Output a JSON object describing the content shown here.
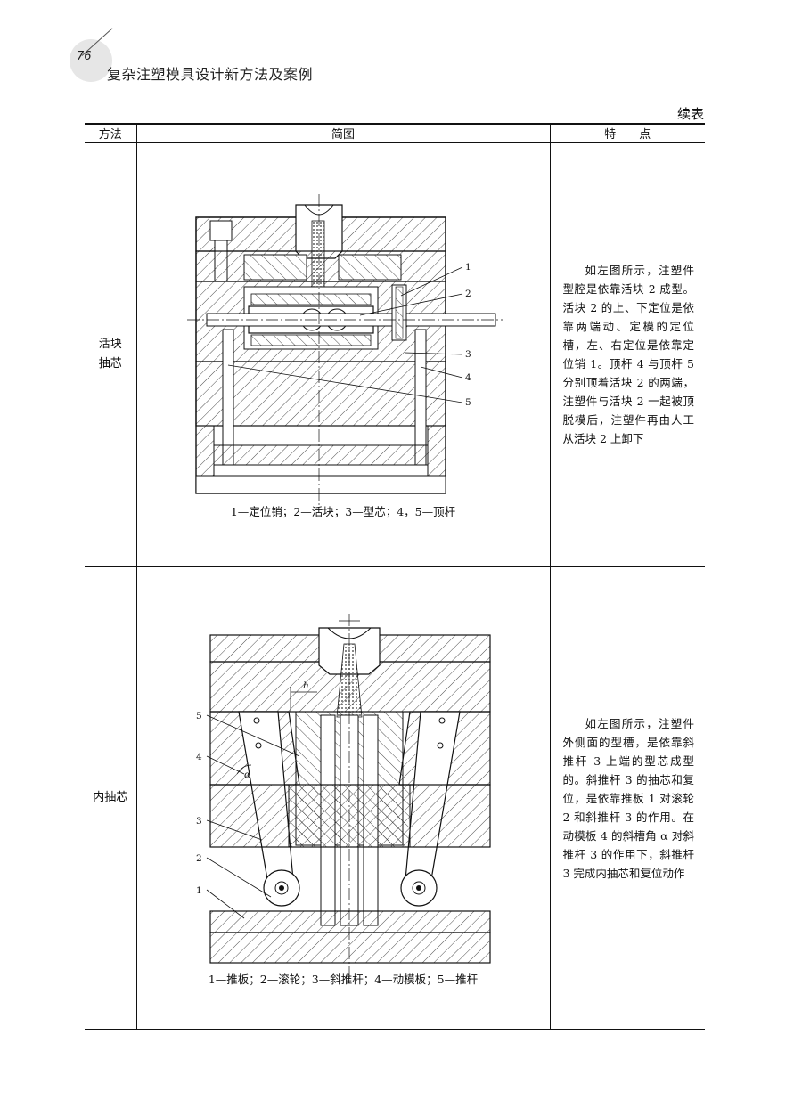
{
  "header": {
    "page_number": "76",
    "book_title": "复杂注塑模具设计新方法及案例"
  },
  "continued_label": "续表",
  "table": {
    "columns": [
      "方法",
      "简图",
      "特　　点"
    ],
    "rows": [
      {
        "method": "活块\n抽芯",
        "diagram_labels": [
          "1",
          "2",
          "3",
          "4",
          "5"
        ],
        "caption": "1—定位销；2—活块；3—型芯；4，5—顶杆",
        "features": "如左图所示，注塑件型腔是依靠活块 2 成型。活块 2 的上、下定位是依靠两端动、定模的定位槽，左、右定位是依靠定位销 1。顶杆 4 与顶杆 5 分别顶着活块 2 的两端，注塑件与活块 2 一起被顶脱模后，注塑件再由人工从活块 2 上卸下"
      },
      {
        "method": "内抽芯",
        "diagram_labels": [
          "5",
          "4",
          "3",
          "2",
          "1",
          "h",
          "α"
        ],
        "caption": "1—推板；2—滚轮；3—斜推杆；4—动模板；5—推杆",
        "features": "如左图所示，注塑件外侧面的型槽，是依靠斜推杆 3 上端的型芯成型的。斜推杆 3 的抽芯和复位，是依靠推板 1 对滚轮 2 和斜推杆 3 的作用。在动模板 4 的斜槽角 α 对斜推杆 3 的作用下，斜推杆 3 完成内抽芯和复位动作"
      }
    ]
  }
}
